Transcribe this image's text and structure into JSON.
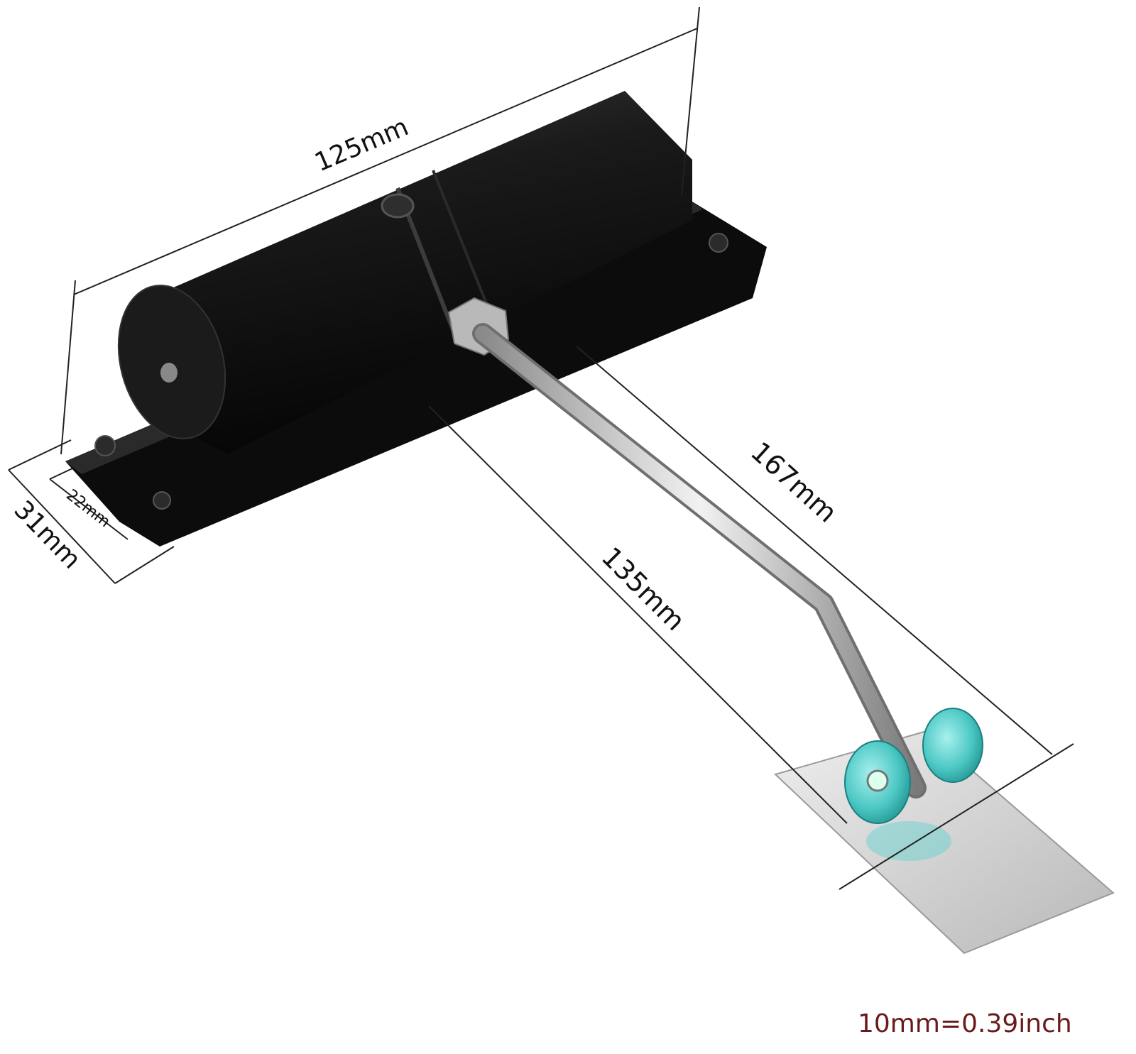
{
  "dimensions": {
    "overall_length": "125mm",
    "arm_length_outer": "167mm",
    "arm_length_inner": "135mm",
    "base_width": "31mm",
    "body_width": "22mm"
  },
  "conversion_note": "10mm=0.39inch",
  "colors": {
    "body": "#141414",
    "arm": "#c9c9c9",
    "roller": "#5fd3d0",
    "plate": "#d4d4d4",
    "note": "#6a1a1a"
  }
}
